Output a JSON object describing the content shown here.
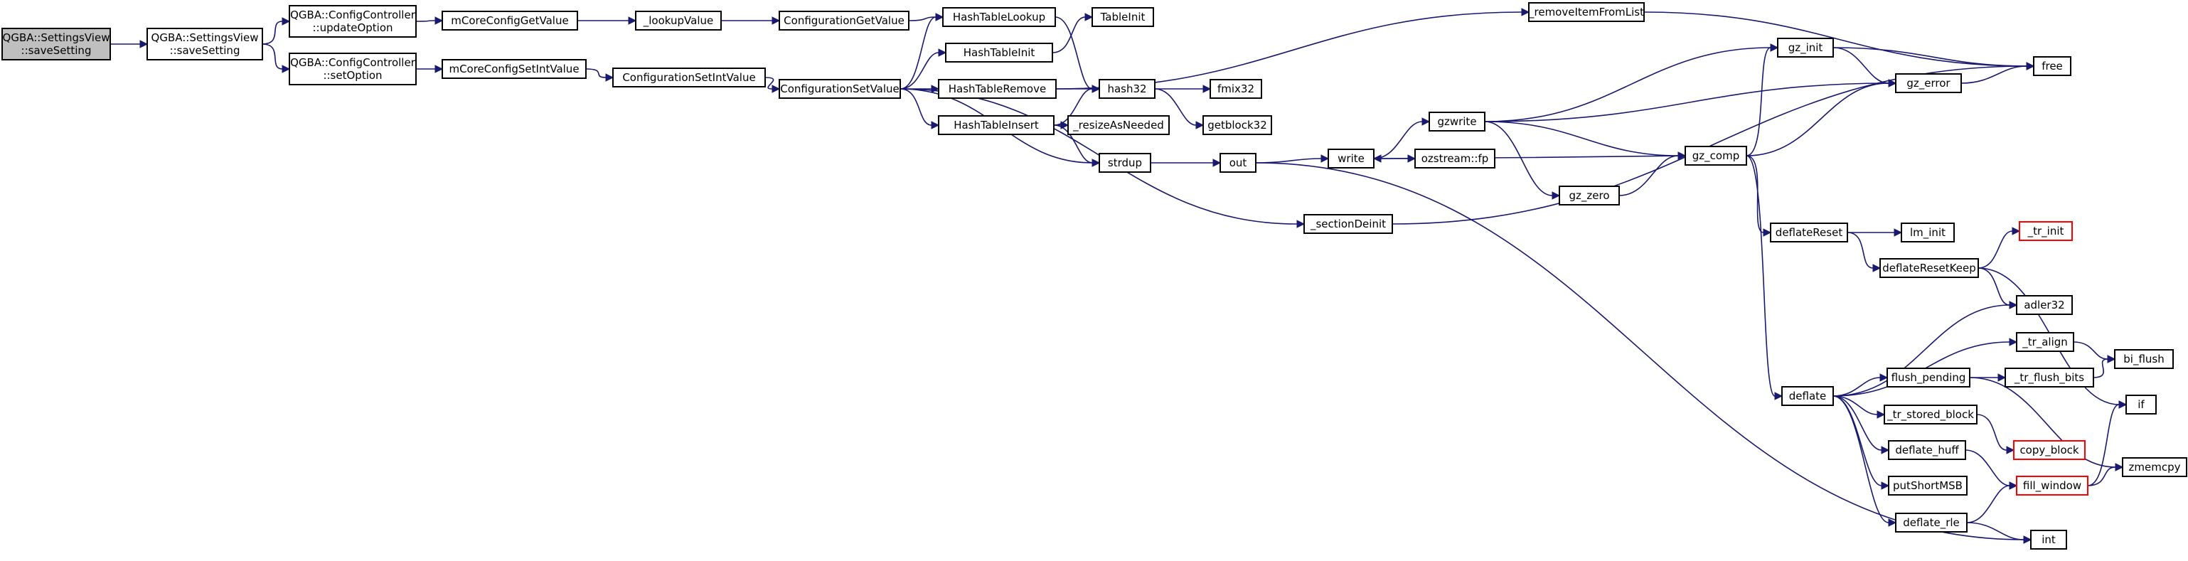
{
  "graph": {
    "colors": {
      "edge": "#191970",
      "root_fill": "#bfbfbf",
      "missing_border": "#ff0000"
    },
    "nodes": [
      {
        "id": "saveSetting_root",
        "lines": [
          "QGBA::SettingsView",
          "::saveSetting"
        ],
        "root": true
      },
      {
        "id": "saveSetting",
        "lines": [
          "QGBA::SettingsView",
          "::saveSetting"
        ]
      },
      {
        "id": "updateOption",
        "lines": [
          "QGBA::ConfigController",
          "::updateOption"
        ]
      },
      {
        "id": "setOption",
        "lines": [
          "QGBA::ConfigController",
          "::setOption"
        ]
      },
      {
        "id": "mCoreConfigGetValue",
        "lines": [
          "mCoreConfigGetValue"
        ]
      },
      {
        "id": "mCoreConfigSetIntValue",
        "lines": [
          "mCoreConfigSetIntValue"
        ]
      },
      {
        "id": "_lookupValue",
        "lines": [
          "_lookupValue"
        ]
      },
      {
        "id": "ConfigurationSetIntValue",
        "lines": [
          "ConfigurationSetIntValue"
        ]
      },
      {
        "id": "ConfigurationGetValue",
        "lines": [
          "ConfigurationGetValue"
        ]
      },
      {
        "id": "ConfigurationSetValue",
        "lines": [
          "ConfigurationSetValue"
        ]
      },
      {
        "id": "HashTableLookup",
        "lines": [
          "HashTableLookup"
        ]
      },
      {
        "id": "HashTableInit",
        "lines": [
          "HashTableInit"
        ]
      },
      {
        "id": "HashTableRemove",
        "lines": [
          "HashTableRemove"
        ]
      },
      {
        "id": "HashTableInsert",
        "lines": [
          "HashTableInsert"
        ]
      },
      {
        "id": "TableInit",
        "lines": [
          "TableInit"
        ]
      },
      {
        "id": "hash32",
        "lines": [
          "hash32"
        ]
      },
      {
        "id": "resizeAsNeeded",
        "lines": [
          "_resizeAsNeeded"
        ]
      },
      {
        "id": "strdup",
        "lines": [
          "strdup"
        ]
      },
      {
        "id": "fmix32",
        "lines": [
          "fmix32"
        ]
      },
      {
        "id": "getblock32",
        "lines": [
          "getblock32"
        ]
      },
      {
        "id": "out",
        "lines": [
          "out"
        ]
      },
      {
        "id": "sectionDeinit",
        "lines": [
          "_sectionDeinit"
        ]
      },
      {
        "id": "removeItemFromList",
        "lines": [
          "_removeItemFromList"
        ]
      },
      {
        "id": "write",
        "lines": [
          "write"
        ]
      },
      {
        "id": "gzwrite",
        "lines": [
          "gzwrite"
        ]
      },
      {
        "id": "ozstream_fp",
        "lines": [
          "ozstream::fp"
        ]
      },
      {
        "id": "gz_zero",
        "lines": [
          "gz_zero"
        ]
      },
      {
        "id": "gz_init",
        "lines": [
          "gz_init"
        ]
      },
      {
        "id": "gz_comp",
        "lines": [
          "gz_comp"
        ]
      },
      {
        "id": "gz_error",
        "lines": [
          "gz_error"
        ]
      },
      {
        "id": "free",
        "lines": [
          "free"
        ]
      },
      {
        "id": "deflateReset",
        "lines": [
          "deflateReset"
        ]
      },
      {
        "id": "lm_init",
        "lines": [
          "lm_init"
        ]
      },
      {
        "id": "deflateResetKeep",
        "lines": [
          "deflateResetKeep"
        ]
      },
      {
        "id": "tr_init",
        "lines": [
          "_tr_init"
        ],
        "missing": true
      },
      {
        "id": "adler32",
        "lines": [
          "adler32"
        ]
      },
      {
        "id": "tr_align",
        "lines": [
          "_tr_align"
        ]
      },
      {
        "id": "bi_flush",
        "lines": [
          "bi_flush"
        ]
      },
      {
        "id": "flush_pending",
        "lines": [
          "flush_pending"
        ]
      },
      {
        "id": "tr_flush_bits",
        "lines": [
          "_tr_flush_bits"
        ]
      },
      {
        "id": "deflate",
        "lines": [
          "deflate"
        ]
      },
      {
        "id": "if",
        "lines": [
          "if"
        ]
      },
      {
        "id": "tr_stored_block",
        "lines": [
          "_tr_stored_block"
        ]
      },
      {
        "id": "copy_block",
        "lines": [
          "copy_block"
        ],
        "missing": true
      },
      {
        "id": "deflate_huff",
        "lines": [
          "deflate_huff"
        ]
      },
      {
        "id": "fill_window",
        "lines": [
          "fill_window"
        ],
        "missing": true
      },
      {
        "id": "zmemcpy",
        "lines": [
          "zmemcpy"
        ]
      },
      {
        "id": "putShortMSB",
        "lines": [
          "putShortMSB"
        ]
      },
      {
        "id": "deflate_rle",
        "lines": [
          "deflate_rle"
        ]
      },
      {
        "id": "int",
        "lines": [
          "int"
        ]
      }
    ],
    "edges": [
      [
        "saveSetting_root",
        "saveSetting"
      ],
      [
        "saveSetting",
        "updateOption"
      ],
      [
        "saveSetting",
        "setOption"
      ],
      [
        "updateOption",
        "mCoreConfigGetValue"
      ],
      [
        "setOption",
        "mCoreConfigSetIntValue"
      ],
      [
        "mCoreConfigGetValue",
        "_lookupValue"
      ],
      [
        "mCoreConfigSetIntValue",
        "ConfigurationSetIntValue"
      ],
      [
        "_lookupValue",
        "ConfigurationGetValue"
      ],
      [
        "ConfigurationSetIntValue",
        "ConfigurationSetValue"
      ],
      [
        "ConfigurationGetValue",
        "HashTableLookup"
      ],
      [
        "ConfigurationSetValue",
        "HashTableLookup"
      ],
      [
        "ConfigurationSetValue",
        "HashTableInit"
      ],
      [
        "ConfigurationSetValue",
        "HashTableRemove"
      ],
      [
        "ConfigurationSetValue",
        "HashTableInsert"
      ],
      [
        "ConfigurationSetValue",
        "strdup"
      ],
      [
        "ConfigurationSetValue",
        "sectionDeinit"
      ],
      [
        "HashTableInit",
        "TableInit"
      ],
      [
        "HashTableLookup",
        "hash32"
      ],
      [
        "HashTableRemove",
        "hash32"
      ],
      [
        "HashTableRemove",
        "removeItemFromList"
      ],
      [
        "HashTableInsert",
        "hash32"
      ],
      [
        "HashTableInsert",
        "resizeAsNeeded"
      ],
      [
        "HashTableInsert",
        "strdup"
      ],
      [
        "hash32",
        "fmix32"
      ],
      [
        "hash32",
        "getblock32"
      ],
      [
        "strdup",
        "out"
      ],
      [
        "out",
        "write"
      ],
      [
        "out",
        "int"
      ],
      [
        "sectionDeinit",
        "free"
      ],
      [
        "removeItemFromList",
        "free"
      ],
      [
        "write",
        "gzwrite"
      ],
      [
        "write",
        "ozstream_fp"
      ],
      [
        "gzwrite",
        "gz_init"
      ],
      [
        "gzwrite",
        "gz_error"
      ],
      [
        "gzwrite",
        "gz_zero"
      ],
      [
        "gzwrite",
        "gz_comp"
      ],
      [
        "gz_zero",
        "gz_comp"
      ],
      [
        "gz_comp",
        "write"
      ],
      [
        "gz_comp",
        "gz_init"
      ],
      [
        "gz_comp",
        "gz_error"
      ],
      [
        "gz_comp",
        "deflateReset"
      ],
      [
        "gz_comp",
        "deflate"
      ],
      [
        "gz_init",
        "gz_error"
      ],
      [
        "gz_init",
        "free"
      ],
      [
        "gz_error",
        "free"
      ],
      [
        "deflateReset",
        "lm_init"
      ],
      [
        "deflateReset",
        "deflateResetKeep"
      ],
      [
        "deflateResetKeep",
        "tr_init"
      ],
      [
        "deflateResetKeep",
        "adler32"
      ],
      [
        "deflateResetKeep",
        "if"
      ],
      [
        "deflate",
        "adler32"
      ],
      [
        "deflate",
        "tr_align"
      ],
      [
        "deflate",
        "flush_pending"
      ],
      [
        "deflate",
        "tr_stored_block"
      ],
      [
        "deflate",
        "deflate_huff"
      ],
      [
        "deflate",
        "putShortMSB"
      ],
      [
        "deflate",
        "deflate_rle"
      ],
      [
        "tr_align",
        "bi_flush"
      ],
      [
        "flush_pending",
        "tr_flush_bits"
      ],
      [
        "flush_pending",
        "zmemcpy"
      ],
      [
        "tr_flush_bits",
        "bi_flush"
      ],
      [
        "tr_stored_block",
        "copy_block"
      ],
      [
        "deflate_huff",
        "fill_window"
      ],
      [
        "deflate_rle",
        "fill_window"
      ],
      [
        "deflate_rle",
        "int"
      ],
      [
        "fill_window",
        "if"
      ],
      [
        "fill_window",
        "zmemcpy"
      ]
    ]
  }
}
